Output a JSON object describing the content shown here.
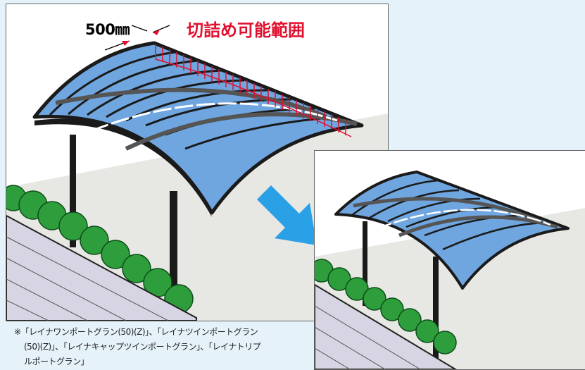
{
  "diagram": {
    "dimension_label": "500㎜",
    "cut_range_label": "切詰め可能範囲",
    "footnote_lines": [
      "※「レイナワンポートグラン(50)(Z)」、「レイナツインポートグラン",
      "(50)(Z)」、「レイナキャップツインポートグラン」、「レイナトリプ",
      "ルポートグラン」"
    ]
  },
  "colors": {
    "background": "#e6f2fa",
    "roof_panel": "#6fa6e0",
    "frame": "#1a1a1a",
    "ground": "#e7e7e4",
    "wall": "#d7d4e3",
    "hedge": "#2e9e3c",
    "cut_marks": "#e0102f",
    "arrow": "#2aa0e6"
  },
  "icons": {
    "arrow": "arrow-down-right-icon"
  }
}
